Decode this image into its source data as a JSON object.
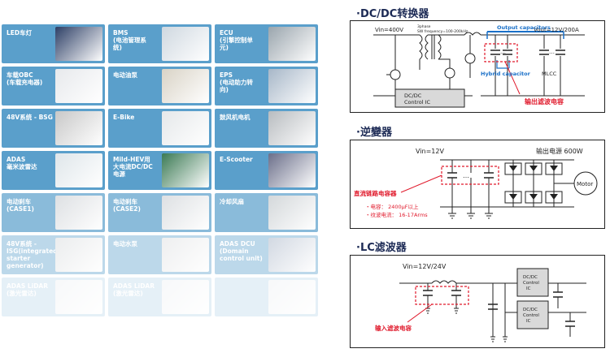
{
  "app_tiles": [
    {
      "label": "LED车灯",
      "icon": "headlight-icon"
    },
    {
      "label": "BMS\n(电池管理系\n统)",
      "icon": "battery-pack-icon"
    },
    {
      "label": "ECU\n(引擎控制单\n元)",
      "icon": "ecu-module-icon"
    },
    {
      "label": "车载OBC\n(车载充电器)",
      "icon": "car-charger-icon"
    },
    {
      "label": "电动油泵",
      "icon": "oil-pump-icon"
    },
    {
      "label": "EPS\n(电动助力转\n向)",
      "icon": "steering-icon"
    },
    {
      "label": "48V系统 - BSG",
      "icon": "alternator-icon"
    },
    {
      "label": "E-Bike",
      "icon": "bicycle-icon"
    },
    {
      "label": "鼓风机电机",
      "icon": "blower-icon"
    },
    {
      "label": "ADAS\n毫米波雷达",
      "icon": "radar-road-icon"
    },
    {
      "label": "Mild-HEV用\n大电流DC/DC\n电源",
      "icon": "pcb-board-icon"
    },
    {
      "label": "E-Scooter",
      "icon": "motorcycle-icon"
    },
    {
      "label": "电动刹车\n(CASE1)",
      "icon": "brake-unit-icon"
    },
    {
      "label": "电动刹车\n(CASE2)",
      "icon": "brake-unit-icon"
    },
    {
      "label": "冷却风扇",
      "icon": "fan-icon"
    },
    {
      "label": "48V系统 -\nISG(integrated\nstarter\ngenerator)",
      "icon": "generator-icon"
    },
    {
      "label": "电动水泵",
      "icon": "water-pump-icon"
    },
    {
      "label": "ADAS DCU\n(Domain\ncontrol unit)",
      "icon": "dashboard-icon"
    },
    {
      "label": "ADAS LiDAR\n(激光雷达)",
      "icon": "lidar-icon"
    },
    {
      "label": "ADAS LiDAR\n(激光雷达)",
      "icon": "lidar-icon"
    },
    {
      "label": "",
      "icon": "lidar-icon"
    }
  ],
  "colors": {
    "tile_blue": "#5a9fcb",
    "title_navy": "#1c2a55",
    "annot_red": "#e0192b",
    "annot_blue": "#1a70c8"
  },
  "sections": {
    "dcdc": {
      "title": "·DC/DC转换器",
      "vin": "Vin=400V",
      "vout": "Vout=12V/200A",
      "phase": "3phase",
      "freq": "SW frequency=100-200kHz",
      "output_caps": "Output capacitors",
      "hybrid_cap": "Hybrid capacitor",
      "mlcc": "MLCC",
      "control": "DC/DC\nControl IC",
      "callout": "输出滤波电容"
    },
    "inverter": {
      "title": "·逆變器",
      "vin": "Vin=12V",
      "output_power": "输出电源  600W",
      "motor": "Motor",
      "callout": "直流链路电容器",
      "capacitance": "・电容：  2400μF以上",
      "ripple": "・纹波电流：  16-17Arms"
    },
    "lc_filter": {
      "title": "·LC滤波器",
      "vin": "Vin=12V/24V",
      "control1": "DC/DC\nControl\nIC",
      "control2": "DC/DC\nControl\nIC",
      "callout": "输入滤波电容"
    }
  }
}
